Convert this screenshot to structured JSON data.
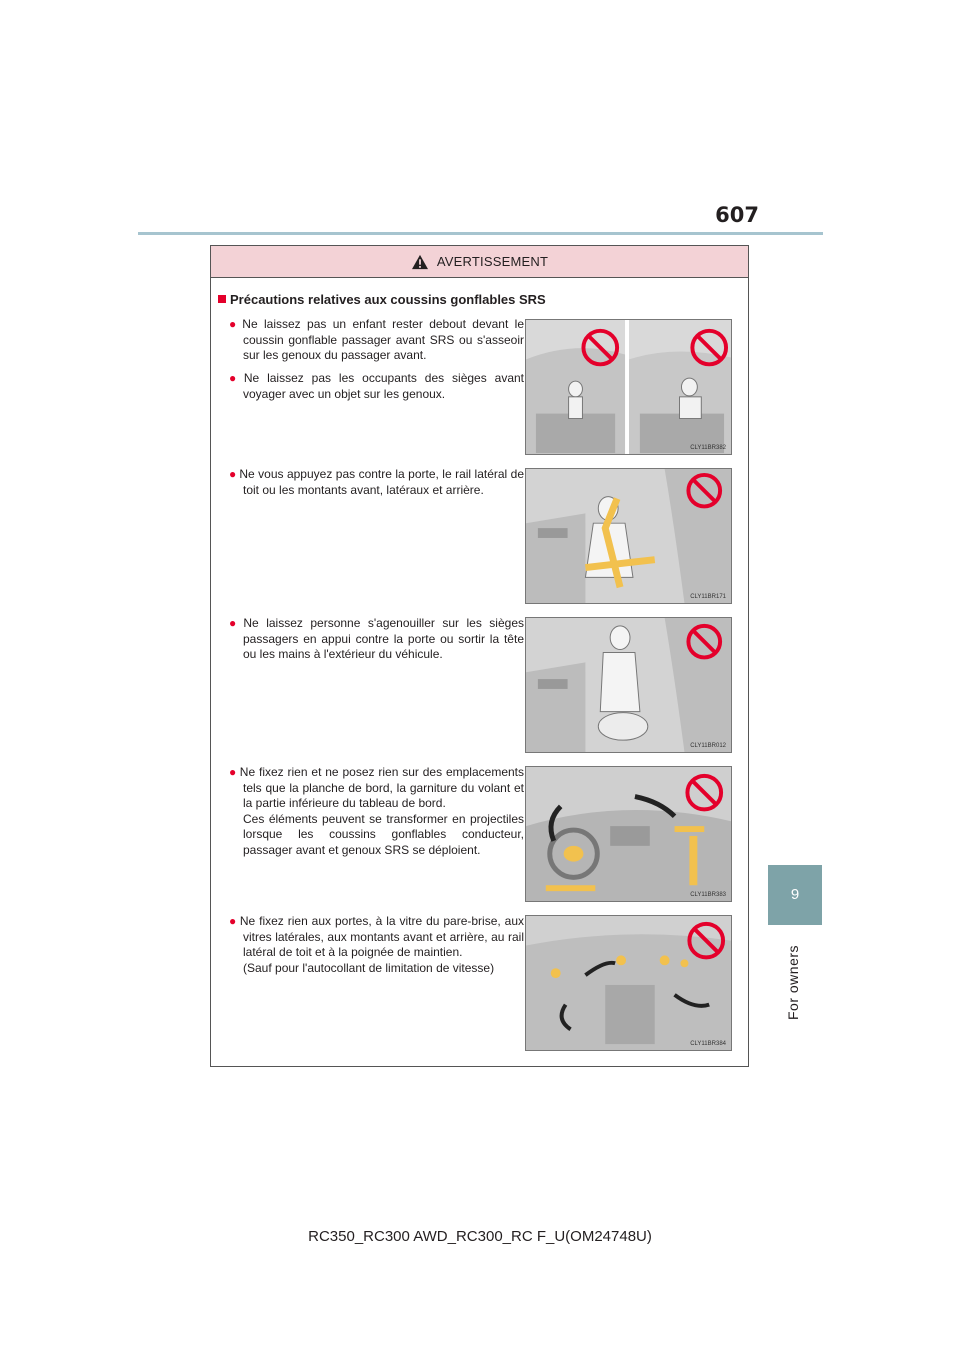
{
  "page": {
    "number": "607",
    "chapter_number": "9",
    "chapter_label": "For owners",
    "footer": "RC350_RC300 AWD_RC300_RC F_U(OM24748U)"
  },
  "warning": {
    "header": "AVERTISSEMENT",
    "section_title": "Précautions relatives aux coussins gonflables SRS",
    "items": [
      {
        "text": "Ne laissez pas un enfant rester debout devant le coussin gonflable passager avant SRS ou s'asseoir sur les genoux du passager avant."
      },
      {
        "text": "Ne laissez pas les occupants des sièges avant voyager avec un objet sur les genoux."
      },
      {
        "text": "Ne vous appuyez pas contre la porte, le rail latéral de toit ou les montants avant, latéraux et arrière."
      },
      {
        "text": "Ne laissez personne s'agenouiller sur les sièges passagers en appui contre la porte ou sortir la tête ou les mains à l'extérieur du véhicule."
      },
      {
        "text": "Ne fixez rien et ne posez rien sur des emplacements tels que la planche de bord, la garniture du volant et la partie inférieure du tableau de bord.",
        "extra": "Ces éléments peuvent se transformer en projectiles lorsque les coussins gonflables conducteur, passager avant et genoux SRS se déploient."
      },
      {
        "text": "Ne fixez rien aux portes, à la vitre du pare-brise, aux vitres latérales, aux montants avant et arrière, au rail latéral de toit et à la poignée de maintien.",
        "extra": "(Sauf pour l'autocollant de limitation de vitesse)"
      }
    ],
    "illustrations": [
      {
        "code": "CLY11BR382"
      },
      {
        "code": "CLY11BR171"
      },
      {
        "code": "CLY11BR012"
      },
      {
        "code": "CLY11BR383"
      },
      {
        "code": "CLY11BR384"
      }
    ]
  },
  "colors": {
    "accent_teal": "#7ea3a8",
    "warning_pink": "#f3d2d6",
    "bullet_red": "#e4002b",
    "rule": "#a6c4cf"
  },
  "icons": [
    "warning-triangle-icon",
    "prohibition-icon"
  ]
}
